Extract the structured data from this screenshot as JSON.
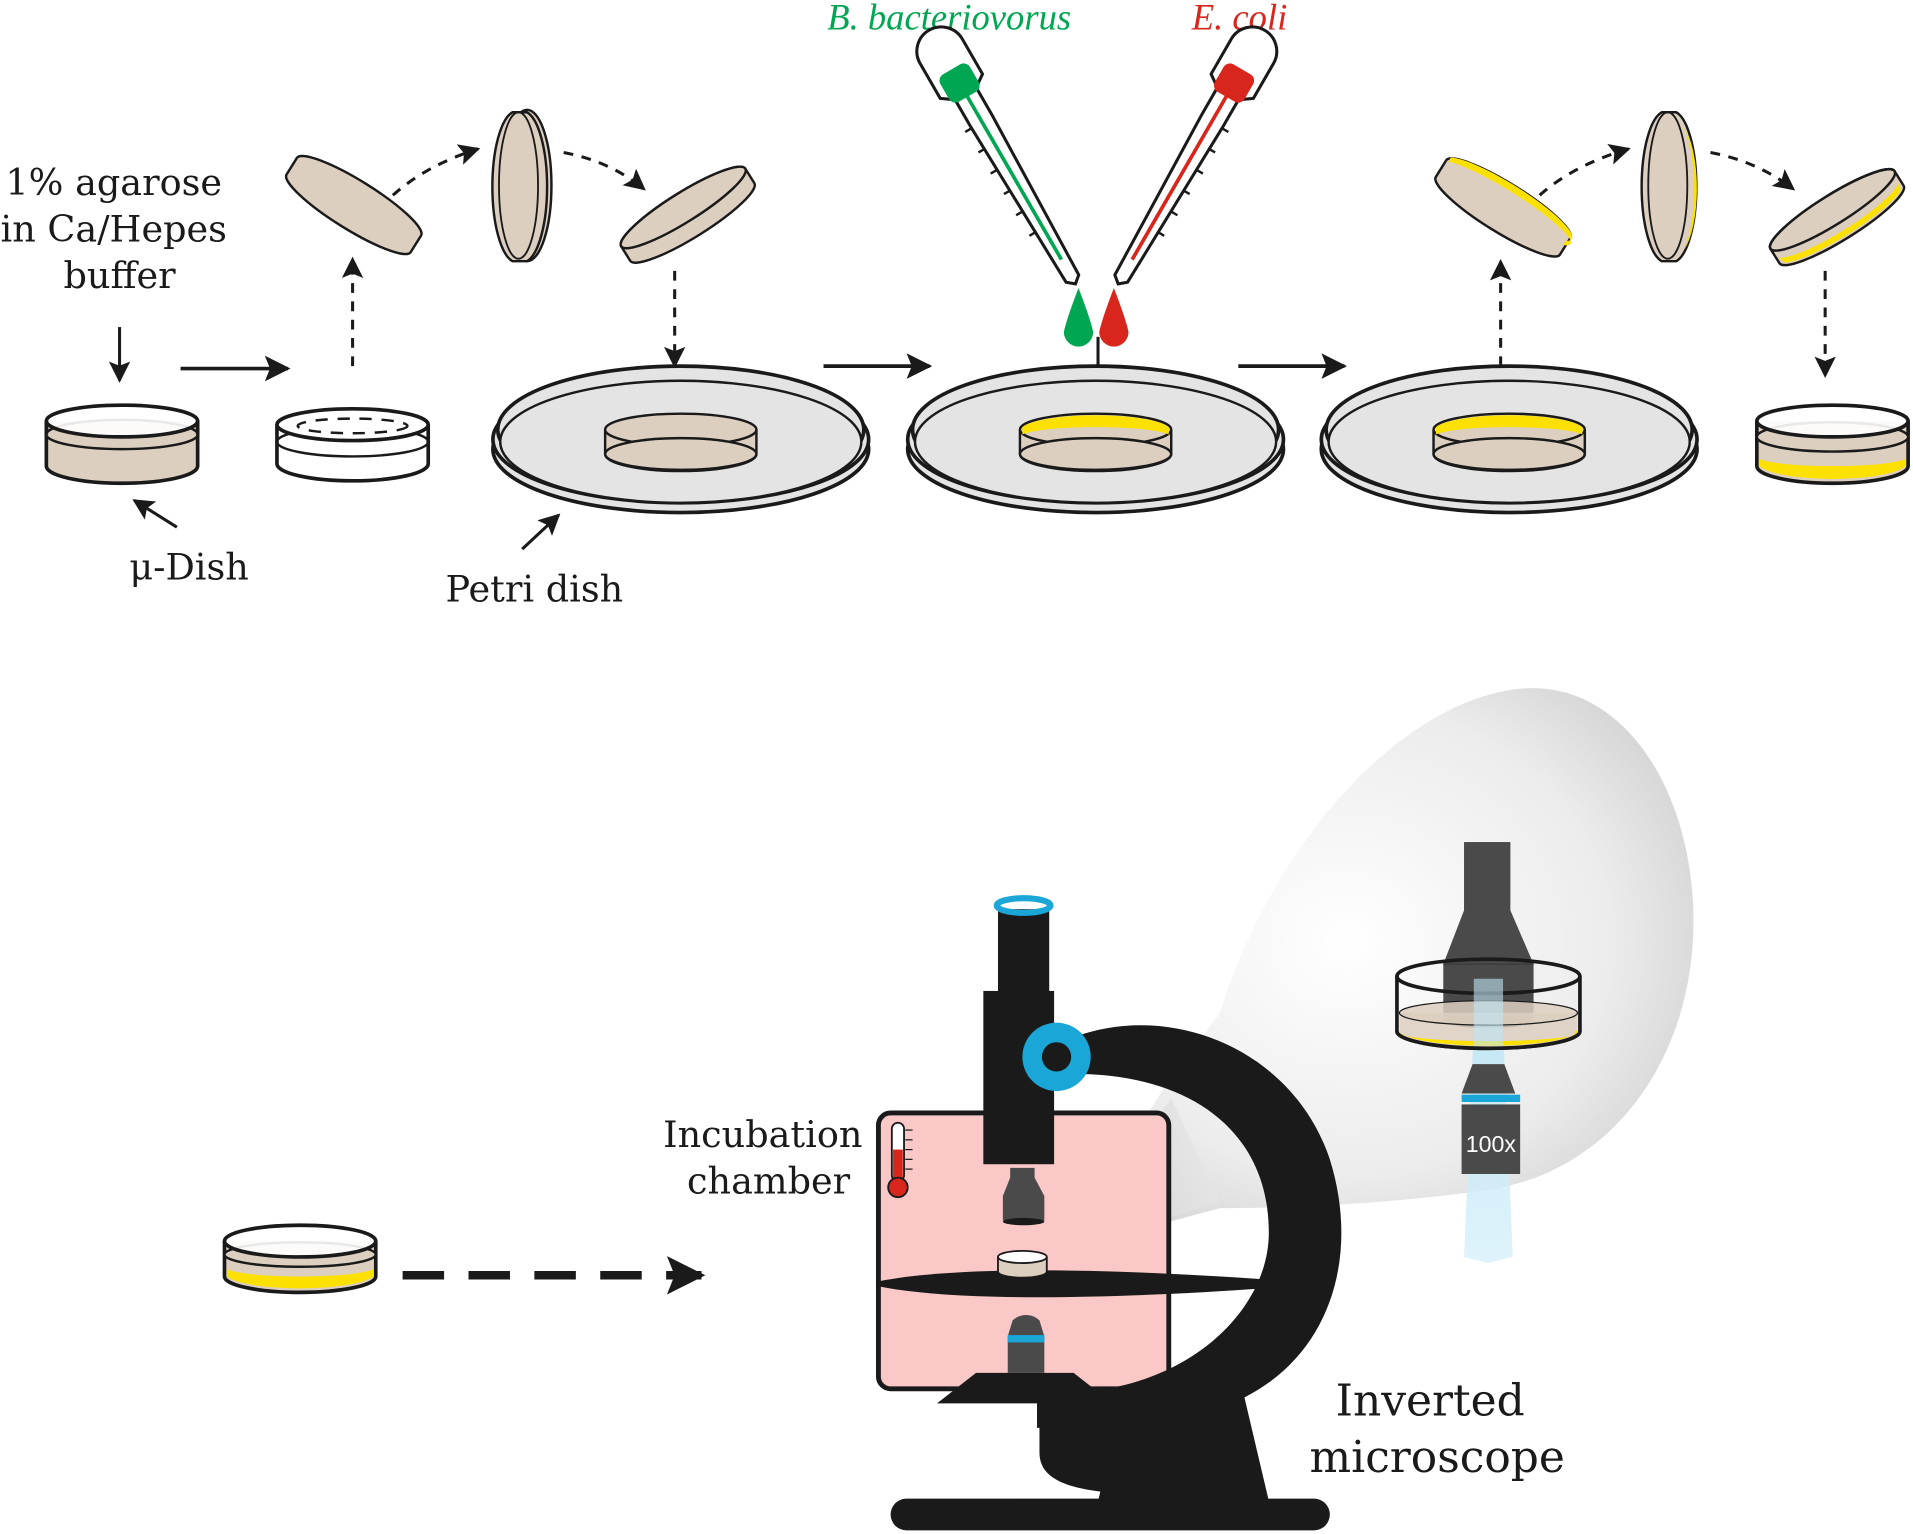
{
  "figure": {
    "title": "Sample preparation and imaging workflow",
    "colors": {
      "agarose": "#dccfc0",
      "bacteria_layer": "#fce100",
      "petri_fill": "#e4e4e4",
      "predator": "#00a651",
      "prey": "#d9261c",
      "accent_blue": "#1aa6d6",
      "chamber": "#fbc8c8",
      "microscope": "#1a1a1a",
      "objective": "#4a4a4a"
    }
  },
  "top_panel": {
    "agarose_label": [
      "1% agarose",
      "in Ca/Hepes",
      "buffer"
    ],
    "mu_dish_label": "μ-Dish",
    "petri_dish_label": "Petri dish",
    "predator_label": "B. bacteriovorus",
    "prey_label": "E. coli",
    "steps": [
      {
        "name": "pour-agarose",
        "description": "Agarose poured into μ-Dish"
      },
      {
        "name": "remove-pad",
        "description": "Agarose pad cut and flipped"
      },
      {
        "name": "place-pad-in-petri",
        "description": "Pad placed into Petri dish"
      },
      {
        "name": "add-bacteria",
        "description": "B. bacteriovorus and E. coli dropped on pad"
      },
      {
        "name": "flip-pad",
        "description": "Pad flipped back"
      },
      {
        "name": "return-to-mu-dish",
        "description": "Pad placed in μ-Dish, bacteria side down"
      }
    ]
  },
  "bottom_panel": {
    "incubation_label": [
      "Incubation",
      "chamber"
    ],
    "microscope_label": [
      "Inverted",
      "microscope"
    ],
    "objective_magnification": "100x"
  }
}
